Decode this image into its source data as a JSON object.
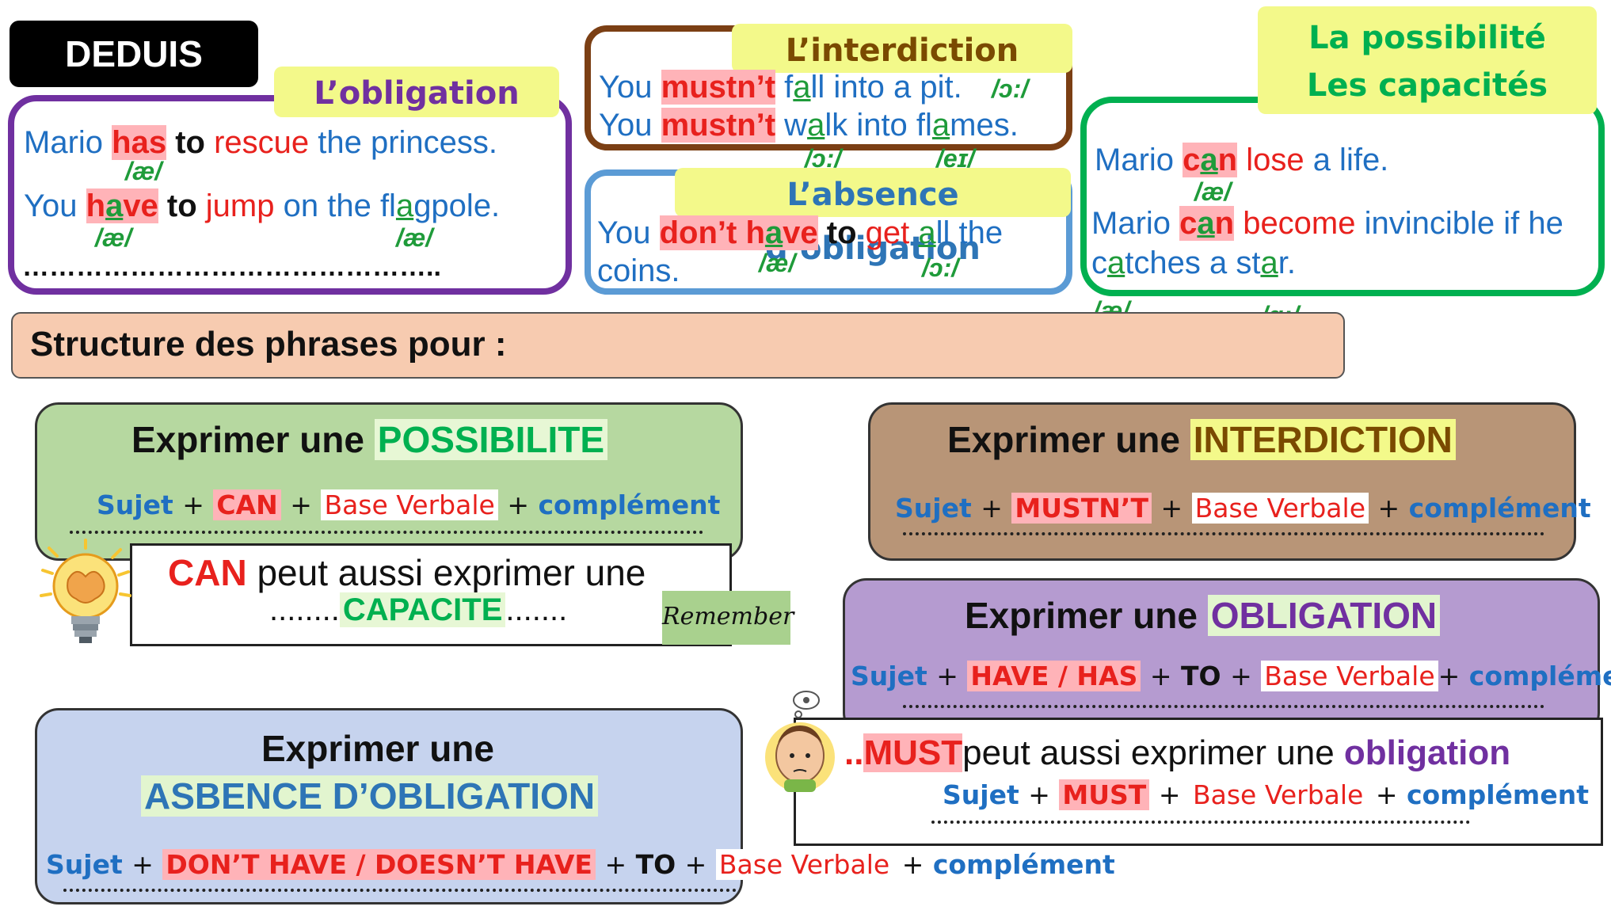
{
  "deduis": "DEDUIS",
  "obligation": {
    "tag": "L’obligation",
    "l1": {
      "a": "Mario ",
      "b": "has",
      "c": " to ",
      "d": "rescue",
      "e": " the princess.",
      "ipa": "/æ/"
    },
    "l2": {
      "a": "You ",
      "b1": "h",
      "b2": "a",
      "b3": "ve",
      "c": " to ",
      "d": "jump",
      "e": " on the fl",
      "f": "a",
      "g": "gpole.",
      "ipa1": "/æ/",
      "ipa2": "/æ/"
    },
    "dots": "……………………………………….."
  },
  "interdiction": {
    "tag": "L’interdiction",
    "l1": {
      "a": "You ",
      "b": "mustn’t",
      "c": " f",
      "d": "a",
      "e": "ll into a pit.",
      "ipa": "/ɔ:/"
    },
    "l2": {
      "a": "You ",
      "b": "mustn’t",
      "c": " w",
      "d": "a",
      "e": "lk into fl",
      "f": "a",
      "g": "mes.",
      "ipa1": "/ɔ:/",
      "ipa2": "/eɪ/"
    }
  },
  "absence": {
    "tag": "L’absence d’obligation",
    "l1": {
      "a": "You ",
      "b": "don’t h",
      "b2": "a",
      "b3": "ve",
      "c": " to ",
      "d": "get",
      "e": " ",
      "f": "a",
      "g": "ll the",
      "ipa1": "/æ/",
      "ipa2": "/ɔ:/"
    },
    "l2": "coins."
  },
  "possibilite": {
    "tag1": "La possibilité",
    "tag2": "Les capacités",
    "l1": {
      "a": "Mario ",
      "b1": "c",
      "b2": "a",
      "b3": "n",
      "c": " lose",
      "d": " a life.",
      "ipa": "/æ/"
    },
    "l2": {
      "a": "Mario ",
      "b1": "c",
      "b2": "a",
      "b3": "n",
      "c": " become",
      "d": " invincible if he"
    },
    "l3": {
      "a": "c",
      "b": "a",
      "c": "tches a st",
      "d": "a",
      "e": "r.",
      "ipa1": "/æ/",
      "ipa2": "/ɑ:/"
    }
  },
  "structure_title": "Structure des phrases pour :",
  "cards": {
    "possibilite": {
      "t1": "Exprimer une ",
      "t2": "POSSIBILITE",
      "sujet": "Sujet",
      "modal": "CAN",
      "base": "Base Verbale",
      "comp": "complément",
      "plus": "+"
    },
    "interdiction": {
      "t1": "Exprimer une ",
      "t2": "INTERDICTION",
      "sujet": "Sujet",
      "modal": "MUSTN’T",
      "base": "Base Verbale",
      "comp": "complément",
      "plus": "+"
    },
    "obligation": {
      "t1": "Exprimer une ",
      "t2": "OBLIGATION",
      "sujet": "Sujet",
      "modal": "HAVE / HAS",
      "to": "TO",
      "base": "Base Verbale",
      "comp": "complément",
      "plus": "+"
    },
    "absence": {
      "t1": "Exprimer une",
      "t2": "ASBENCE D’OBLIGATION",
      "sujet": "Sujet",
      "modal": "DON’T HAVE / DOESN’T HAVE",
      "to": "TO",
      "base": "Base Verbale",
      "comp": "complément",
      "plus": "+"
    }
  },
  "can_note": {
    "a": "CAN",
    "b": " peut aussi exprimer une",
    "c": "........",
    "d": "CAPACITE",
    "e": "......."
  },
  "remember": "Remember",
  "must_note": {
    "lead": "..",
    "a": "MUST",
    "b": "peut aussi exprimer une ",
    "c": "obligation",
    "sujet": "Sujet",
    "modal": "MUST",
    "base": "Base Verbale",
    "comp": "complément",
    "plus": "+"
  },
  "colors": {
    "green_box": "#b6d8a0",
    "brown_box": "#b89577",
    "purple_box": "#b59bd0",
    "lavender_box": "#c6d3ee",
    "peach_bar": "#f7cbb0",
    "tag_yellow": "#f3f98a"
  }
}
